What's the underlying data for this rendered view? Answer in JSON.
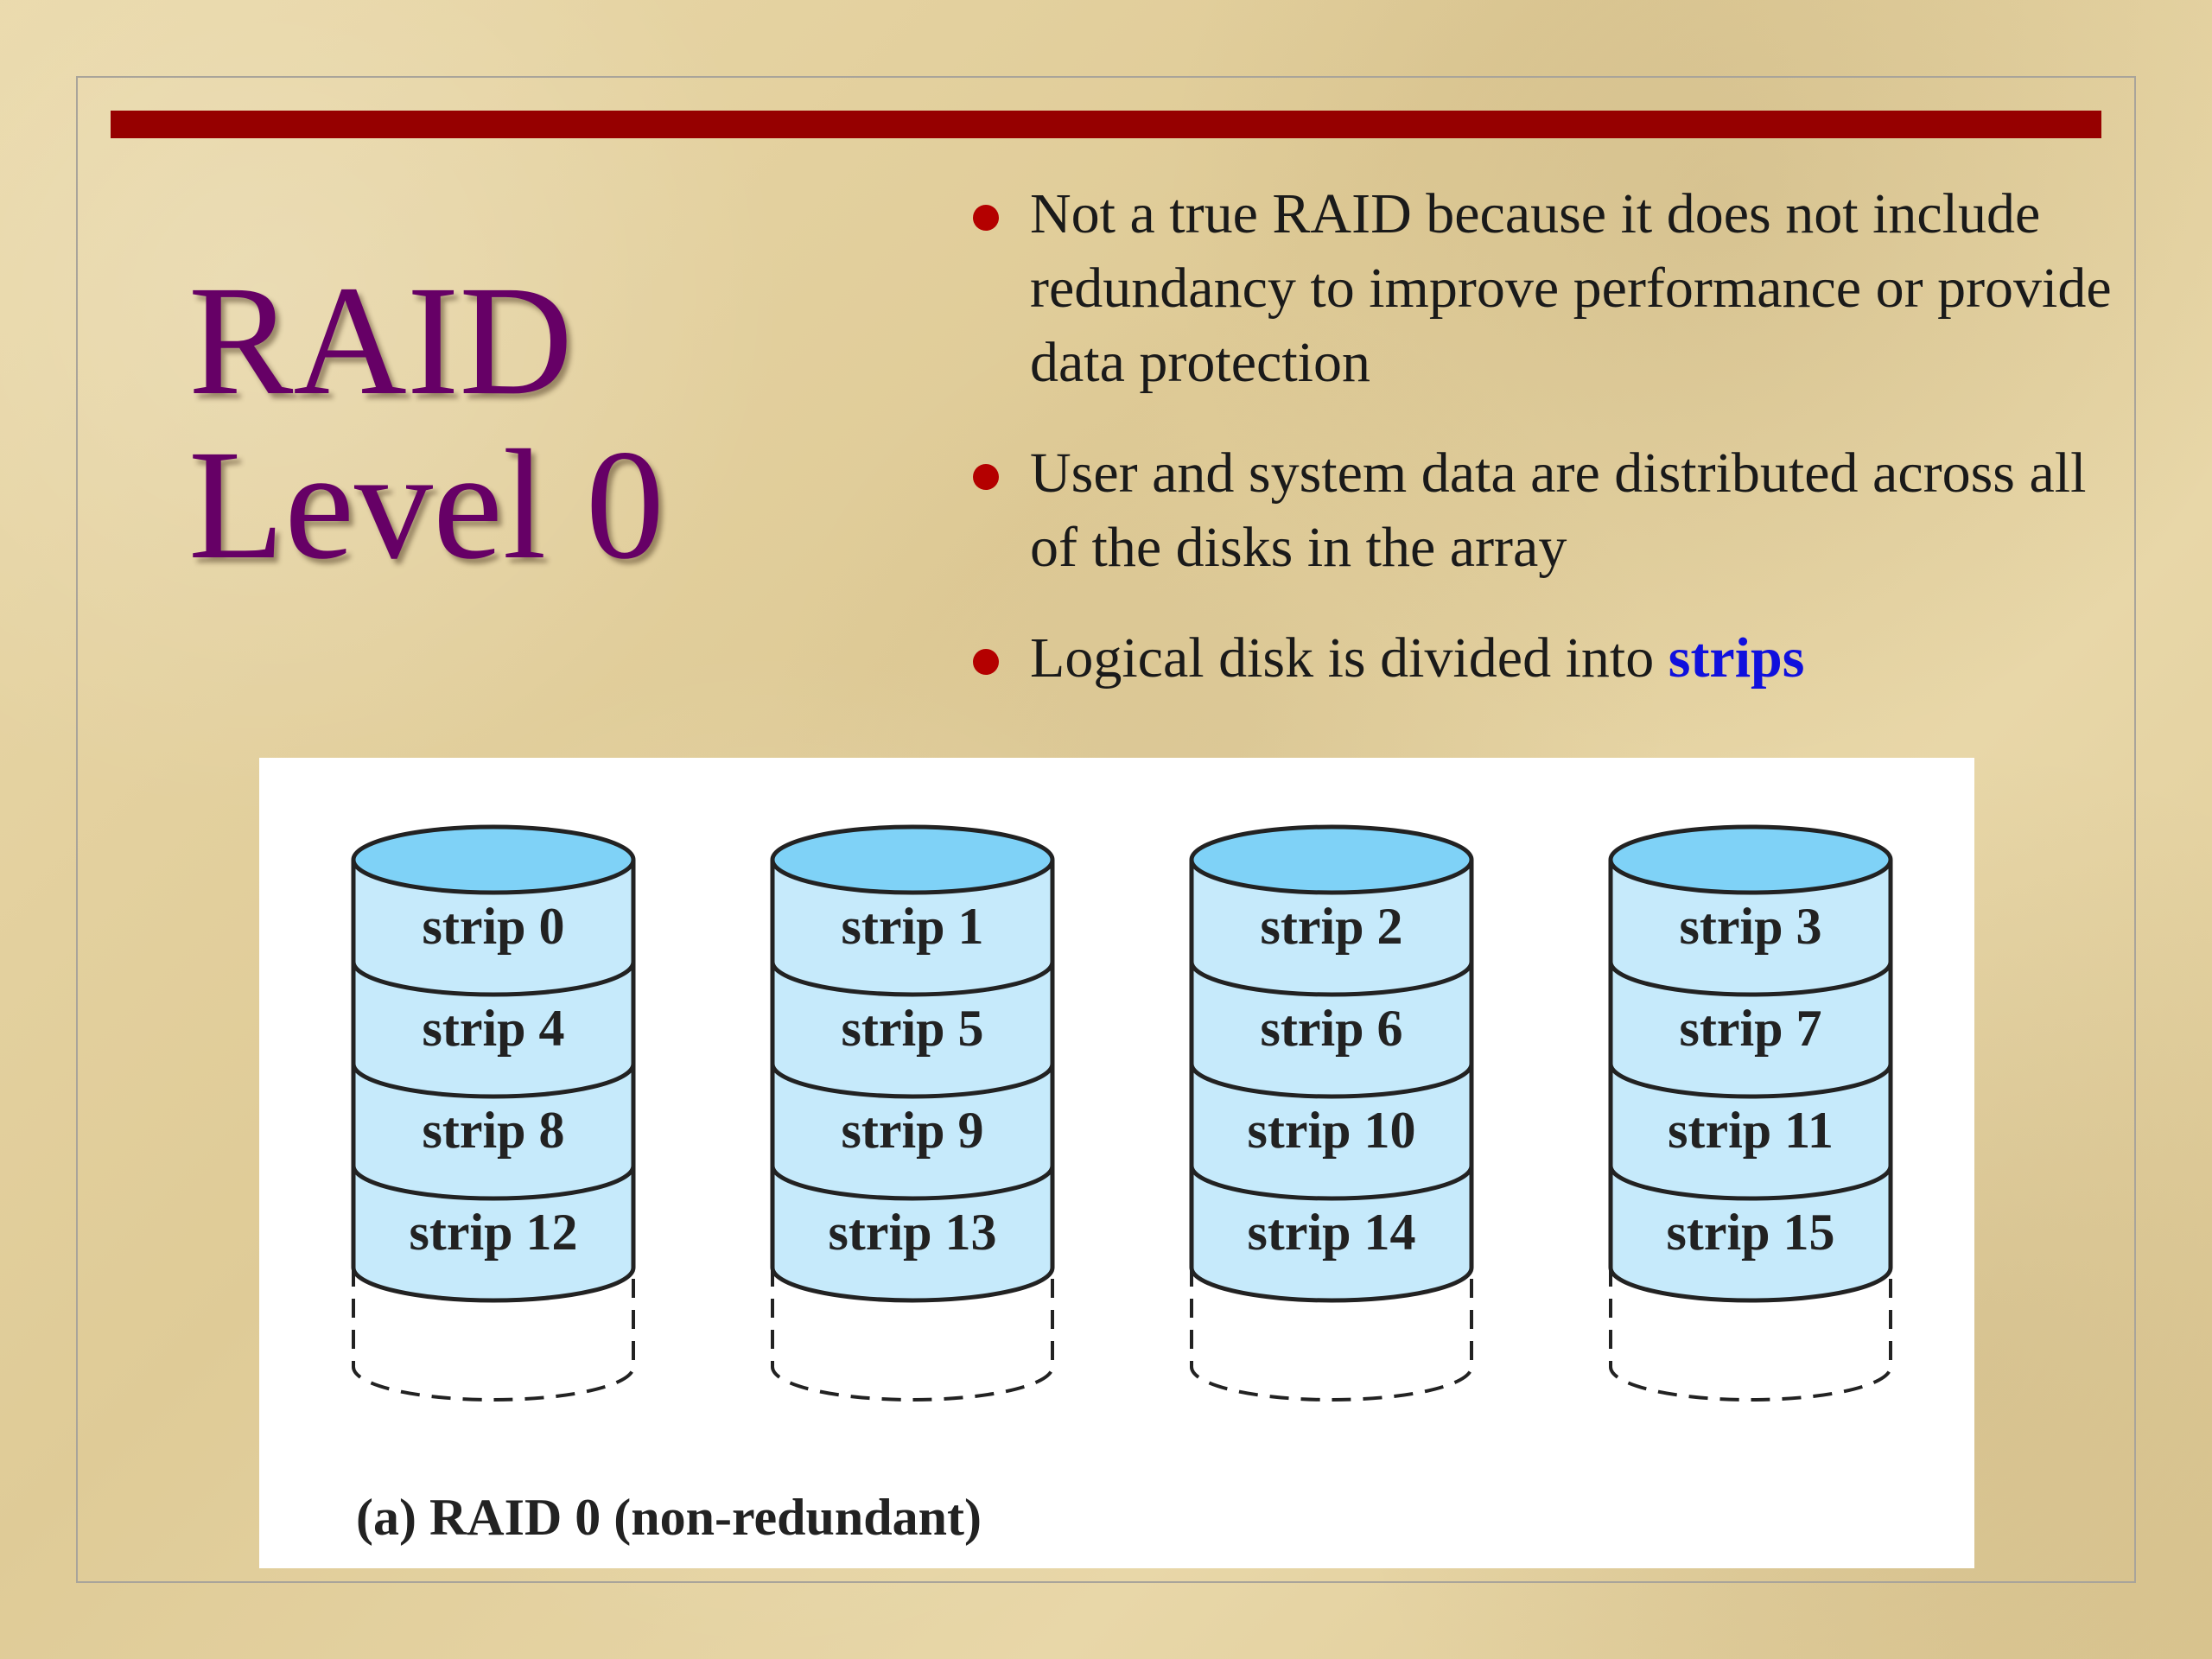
{
  "slide": {
    "title_line1": "RAID",
    "title_line2": "Level 0",
    "bullets": [
      "Not a true RAID because it does not include redundancy to improve performance or provide data protection",
      "User and system data are distributed across all of the disks in the array"
    ],
    "bullet3_prefix": "Logical disk is divided into ",
    "bullet3_term": "strips"
  },
  "colors": {
    "title": "#660066",
    "bar": "#960000",
    "bullet_dot": "#b40000",
    "highlight": "#1010dd",
    "disk_top": "#7fd2f7",
    "disk_body": "#c6eafb"
  },
  "figure": {
    "caption": "(a) RAID 0 (non-redundant)",
    "disks": [
      {
        "strips": [
          "strip 0",
          "strip 4",
          "strip 8",
          "strip 12"
        ]
      },
      {
        "strips": [
          "strip 1",
          "strip 5",
          "strip 9",
          "strip 13"
        ]
      },
      {
        "strips": [
          "strip 2",
          "strip 6",
          "strip 10",
          "strip 14"
        ]
      },
      {
        "strips": [
          "strip 3",
          "strip 7",
          "strip 11",
          "strip 15"
        ]
      }
    ]
  }
}
